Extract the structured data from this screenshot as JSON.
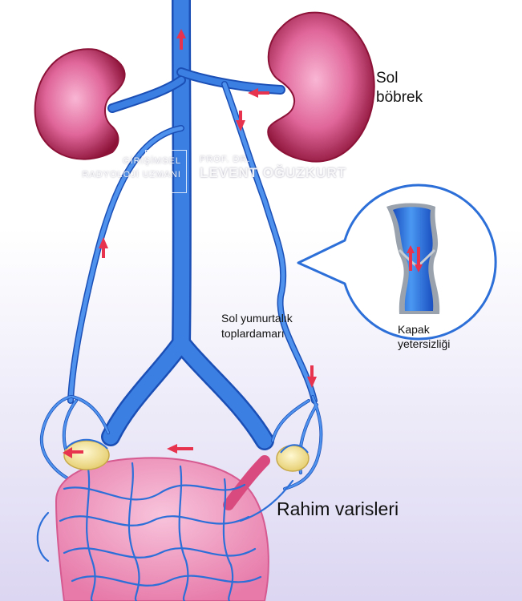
{
  "labels": {
    "kidney": [
      "Sol",
      "böbrek"
    ],
    "ovarian_vein": [
      "Sol yumurtalık",
      "toplardamarı"
    ],
    "valve": [
      "Kapak",
      "yetersizliği"
    ],
    "uterine": "Rahim varisleri"
  },
  "watermark": {
    "left_lines": [
      "GİRİŞİMSEL",
      "RADYOLOJİ UZMANI"
    ],
    "right_top": "PROF. DR.",
    "right_name": "LEVENT OĞUZKURT"
  },
  "colors": {
    "vein": "#3b7fe3",
    "vein_dark": "#1b4fb6",
    "kidney": "#e0669a",
    "kidney_dark": "#8c1238",
    "arrow": "#e8334e",
    "ovary": "#f3e39a",
    "uterus": "#f19bc0"
  },
  "icons": [
    "flow-arrow-icon",
    "valve-bidirectional-arrow-icon"
  ]
}
